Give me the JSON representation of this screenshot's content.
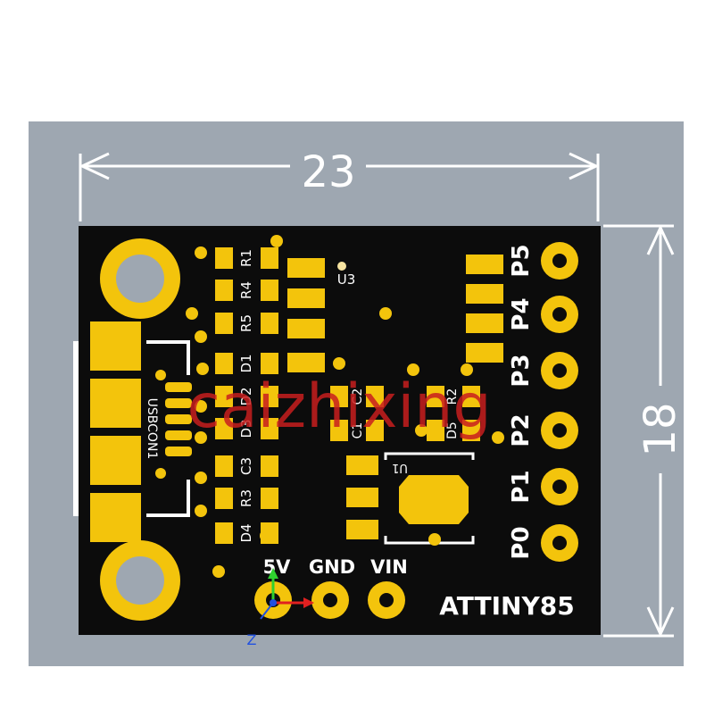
{
  "dimensions": {
    "width": "23",
    "height": "18"
  },
  "board": {
    "title": "ATTINY85",
    "connector": "USBCON1",
    "chip": "U1",
    "regulator": "U3",
    "watermark": "caizhixing"
  },
  "components": {
    "r1": "R1",
    "r4": "R4",
    "r5": "R5",
    "d1": "D1",
    "d2": "D2",
    "d3": "D3",
    "c3": "C3",
    "r3": "R3",
    "d4": "D4",
    "c2": "C2",
    "c1": "C1",
    "r2": "R2",
    "d5": "D5"
  },
  "pins_right": [
    "P5",
    "P4",
    "P3",
    "P2",
    "P1",
    "P0"
  ],
  "pins_bottom": [
    "5V",
    "GND",
    "VIN"
  ],
  "axis": {
    "z": "Z"
  },
  "colors": {
    "background": "#9ea7b1",
    "board": "#0c0c0c",
    "gold": "#f3c40c",
    "silkscreen": "#ffffff",
    "watermark": "#c81e1e"
  }
}
